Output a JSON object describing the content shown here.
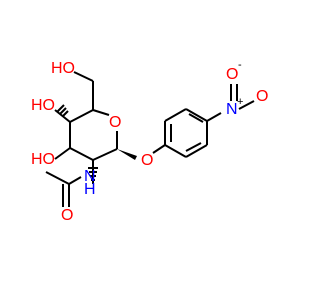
{
  "diagram": {
    "atoms": {
      "top_oh": "HO",
      "left_oh": "HO",
      "lower_oh": "HO",
      "ring_o": "O",
      "glyco_o": "O",
      "nitro_n": "N",
      "nitro_plus": "+",
      "nitro_o_top": "O",
      "nitro_o_minus": "-",
      "nitro_o_right": "O",
      "amide_n": "N",
      "amide_h": "H",
      "carbonyl_o": "O"
    },
    "colors": {
      "oxygen": "#ff0000",
      "nitrogen": "#0000ff",
      "bond": "#000000"
    }
  }
}
